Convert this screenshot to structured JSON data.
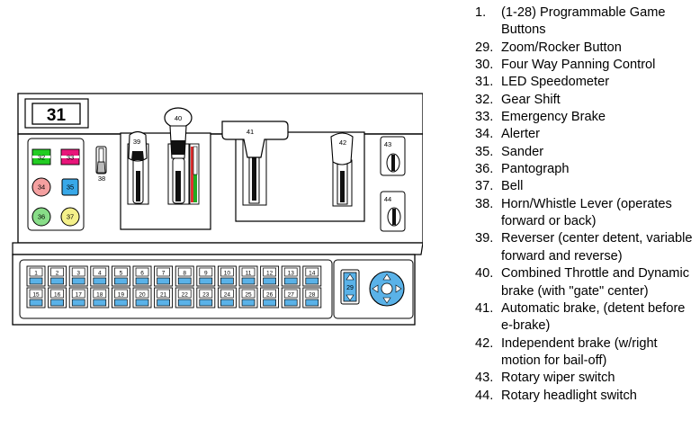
{
  "panel": {
    "speedometer": "31",
    "lever_labels": [
      "39",
      "40",
      "41",
      "42"
    ],
    "horn_label": "38",
    "zoom_label": "29",
    "wiper_label": "43",
    "headlight_label": "44",
    "small_buttons": [
      {
        "text": "32",
        "color": "#22cc22"
      },
      {
        "text": "33",
        "color": "#e8157a"
      },
      {
        "text": "34",
        "color": "#f4a0a0"
      },
      {
        "text": "35",
        "color": "#38a8e8"
      },
      {
        "text": "36",
        "color": "#88dd88"
      },
      {
        "text": "37",
        "color": "#f4f08a"
      }
    ],
    "game_buttons_row1": [
      "1",
      "2",
      "3",
      "4",
      "5",
      "6",
      "7",
      "8",
      "9",
      "10",
      "11",
      "12",
      "13",
      "14"
    ],
    "game_buttons_row2": [
      "15",
      "16",
      "17",
      "18",
      "19",
      "20",
      "21",
      "22",
      "23",
      "24",
      "25",
      "26",
      "27",
      "28"
    ],
    "accent_blue": "#5ab2e8"
  },
  "legend": [
    {
      "num": "1.",
      "text": "(1-28) Programmable Game Buttons"
    },
    {
      "num": "29.",
      "text": "Zoom/Rocker Button"
    },
    {
      "num": "30.",
      "text": "Four Way Panning Control"
    },
    {
      "num": "31.",
      "text": "LED Speedometer"
    },
    {
      "num": "32.",
      "text": "Gear Shift"
    },
    {
      "num": "33.",
      "text": "Emergency Brake"
    },
    {
      "num": "34.",
      "text": "Alerter"
    },
    {
      "num": "35.",
      "text": "Sander"
    },
    {
      "num": "36.",
      "text": "Pantograph"
    },
    {
      "num": "37.",
      "text": "Bell"
    },
    {
      "num": "38.",
      "text": "Horn/Whistle Lever (operates forward or back)"
    },
    {
      "num": "39.",
      "text": "Reverser (center detent, variable forward and reverse)"
    },
    {
      "num": "40.",
      "text": "Combined Throttle and Dynamic brake (with \"gate\" center)"
    },
    {
      "num": "41.",
      "text": "Automatic brake, (detent before e-brake)"
    },
    {
      "num": "42.",
      "text": "Independent brake (w/right motion for bail-off)"
    },
    {
      "num": "43.",
      "text": "Rotary wiper switch"
    },
    {
      "num": "44.",
      "text": "Rotary headlight switch"
    }
  ]
}
